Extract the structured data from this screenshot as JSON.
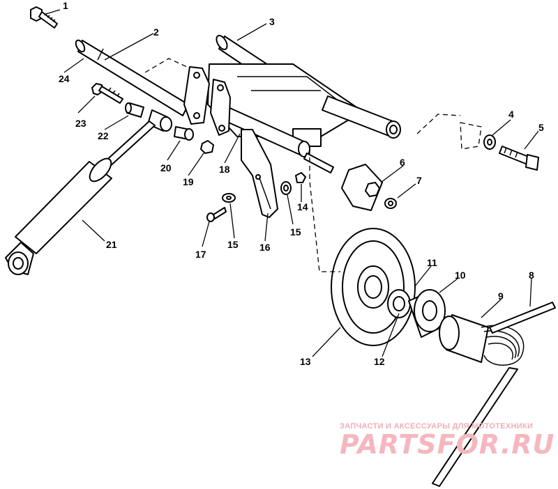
{
  "callouts": [
    {
      "id": "1",
      "text": "1"
    },
    {
      "id": "2",
      "text": "2"
    },
    {
      "id": "3",
      "text": "3"
    },
    {
      "id": "4",
      "text": "4"
    },
    {
      "id": "5",
      "text": "5"
    },
    {
      "id": "6",
      "text": "6"
    },
    {
      "id": "7",
      "text": "7"
    },
    {
      "id": "8",
      "text": "8"
    },
    {
      "id": "9",
      "text": "9"
    },
    {
      "id": "10",
      "text": "10"
    },
    {
      "id": "11",
      "text": "11"
    },
    {
      "id": "12",
      "text": "12"
    },
    {
      "id": "13",
      "text": "13"
    },
    {
      "id": "14",
      "text": "14"
    },
    {
      "id": "15a",
      "text": "15"
    },
    {
      "id": "15b",
      "text": "15"
    },
    {
      "id": "16",
      "text": "16"
    },
    {
      "id": "17",
      "text": "17"
    },
    {
      "id": "18",
      "text": "18"
    },
    {
      "id": "19",
      "text": "19"
    },
    {
      "id": "20",
      "text": "20"
    },
    {
      "id": "21",
      "text": "21"
    },
    {
      "id": "22",
      "text": "22"
    },
    {
      "id": "23",
      "text": "23"
    },
    {
      "id": "24",
      "text": "24"
    }
  ],
  "watermark": {
    "tagline": "ЗАПЧАСТИ И АКСЕССУАРЫ ДЛЯ МОТОТЕХНИКИ",
    "brand": "PARTSFOR.RU",
    "color": "#f0a0aa"
  }
}
